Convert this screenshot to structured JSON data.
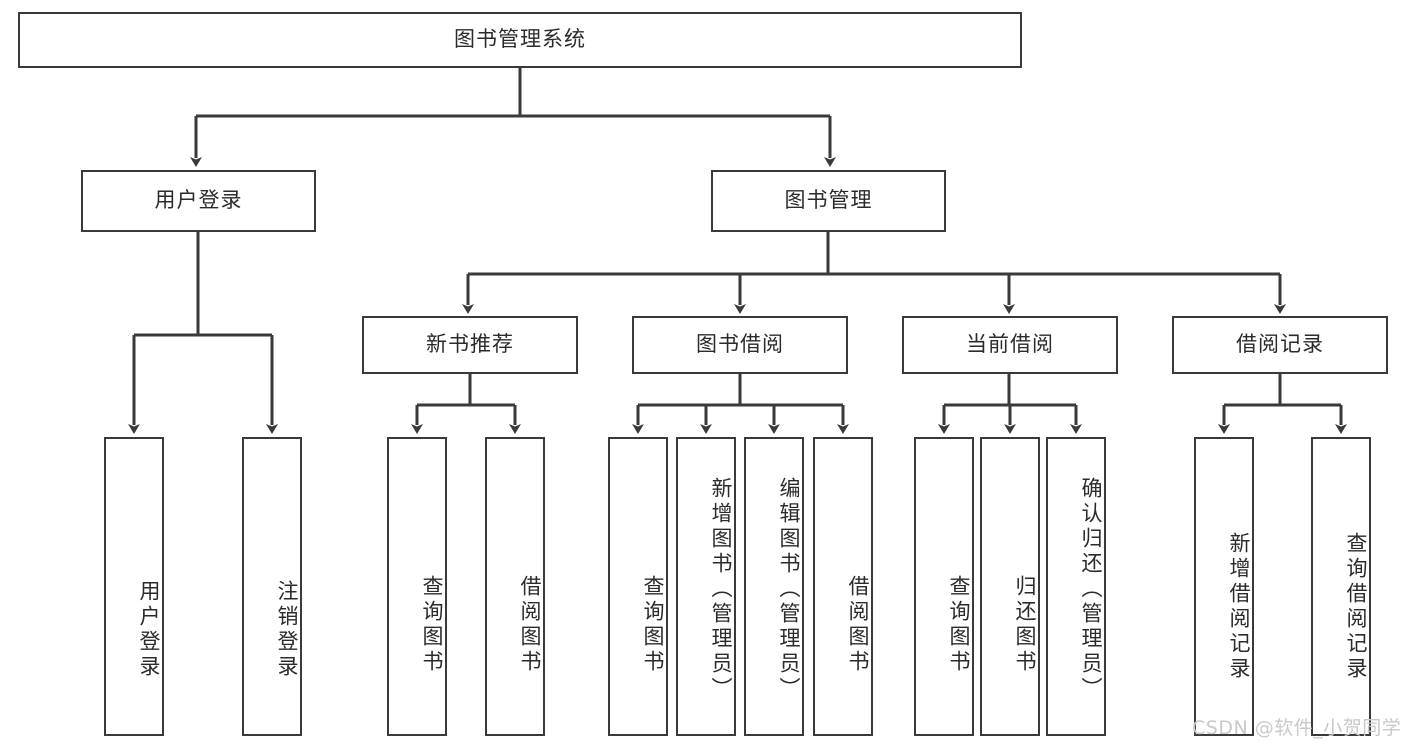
{
  "diagram": {
    "title": "图书管理系统",
    "type": "hierarchy-tree",
    "watermark": "CSDN @软件_小贺同学",
    "colors": {
      "line": "#3a3a3a",
      "box_border": "#3a3a3a",
      "box_fill": "#ffffff",
      "text": "#2b2b2b",
      "watermark": "#c9c9c9"
    },
    "nodes": {
      "root": {
        "label": "图书管理系统",
        "level": 1,
        "orientation": "horizontal"
      },
      "l2": [
        {
          "id": "user-login",
          "label": "用户登录",
          "level": 2,
          "orientation": "horizontal"
        },
        {
          "id": "book-manage",
          "label": "图书管理",
          "level": 2,
          "orientation": "horizontal"
        }
      ],
      "l3": [
        {
          "id": "new-book-rec",
          "label": "新书推荐",
          "level": 3,
          "orientation": "horizontal"
        },
        {
          "id": "book-borrow",
          "label": "图书借阅",
          "level": 3,
          "orientation": "horizontal"
        },
        {
          "id": "current-borrow",
          "label": "当前借阅",
          "level": 3,
          "orientation": "horizontal"
        },
        {
          "id": "borrow-record",
          "label": "借阅记录",
          "level": 3,
          "orientation": "horizontal"
        }
      ],
      "leaves": {
        "user_login": [
          {
            "id": "leaf-user-login",
            "label": "用户登录"
          },
          {
            "id": "leaf-user-logout",
            "label": "注销登录"
          }
        ],
        "new_book_rec": [
          {
            "id": "leaf-query-book-1",
            "label": "查询图书"
          },
          {
            "id": "leaf-borrow-book-1",
            "label": "借阅图书"
          }
        ],
        "book_borrow": [
          {
            "id": "leaf-query-book-2",
            "label": "查询图书"
          },
          {
            "id": "leaf-add-book",
            "label": "新增图书（管理员）"
          },
          {
            "id": "leaf-edit-book",
            "label": "编辑图书（管理员）"
          },
          {
            "id": "leaf-borrow-book-2",
            "label": "借阅图书"
          }
        ],
        "current_borrow": [
          {
            "id": "leaf-query-book-3",
            "label": "查询图书"
          },
          {
            "id": "leaf-return-book",
            "label": "归还图书"
          },
          {
            "id": "leaf-confirm-return",
            "label": "确认归还（管理员）"
          }
        ],
        "borrow_record": [
          {
            "id": "leaf-add-record",
            "label": "新增借阅记录"
          },
          {
            "id": "leaf-query-record",
            "label": "查询借阅记录"
          }
        ]
      }
    }
  }
}
